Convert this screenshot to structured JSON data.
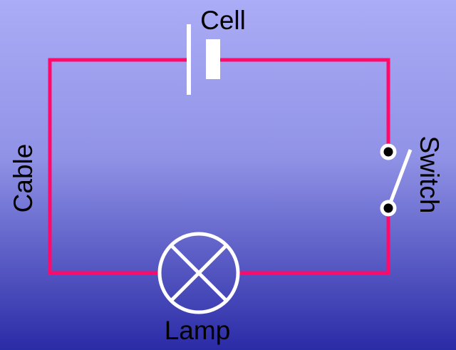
{
  "labels": {
    "cell": "Cell",
    "lamp": "Lamp",
    "cable": "Cable",
    "switch": "Switch"
  },
  "colors": {
    "wire": "#ff0a6a",
    "symbol": "#ffffff",
    "background_top": "#abacf6",
    "background_bottom": "#2a2ba6"
  },
  "switch_state": "open"
}
